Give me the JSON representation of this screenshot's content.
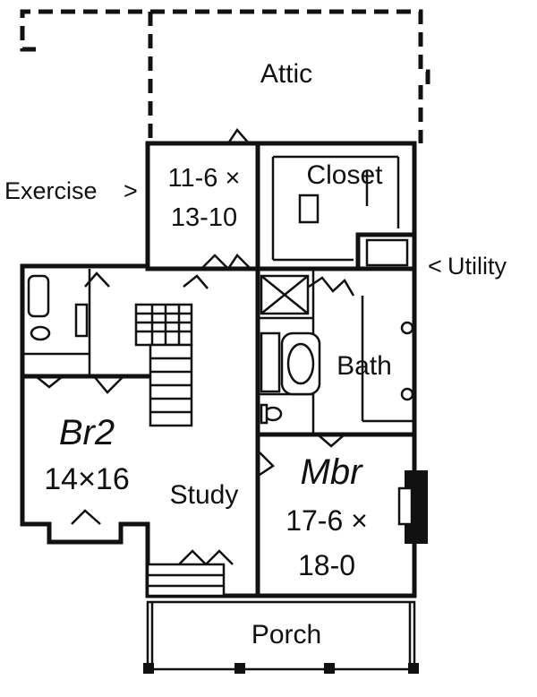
{
  "rooms": {
    "attic": "Attic",
    "exercise": "Exercise",
    "exercise_pointer": ">",
    "exercise_size_1": "11-6 ×",
    "exercise_size_2": "13-10",
    "closet": "Closet",
    "utility": "Utility",
    "utility_pointer": "<",
    "bath": "Bath",
    "br2": "Br2",
    "br2_size": "14×16",
    "study": "Study",
    "mbr": "Mbr",
    "mbr_size_1": "17-6 ×",
    "mbr_size_2": "18-0",
    "porch": "Porch"
  }
}
